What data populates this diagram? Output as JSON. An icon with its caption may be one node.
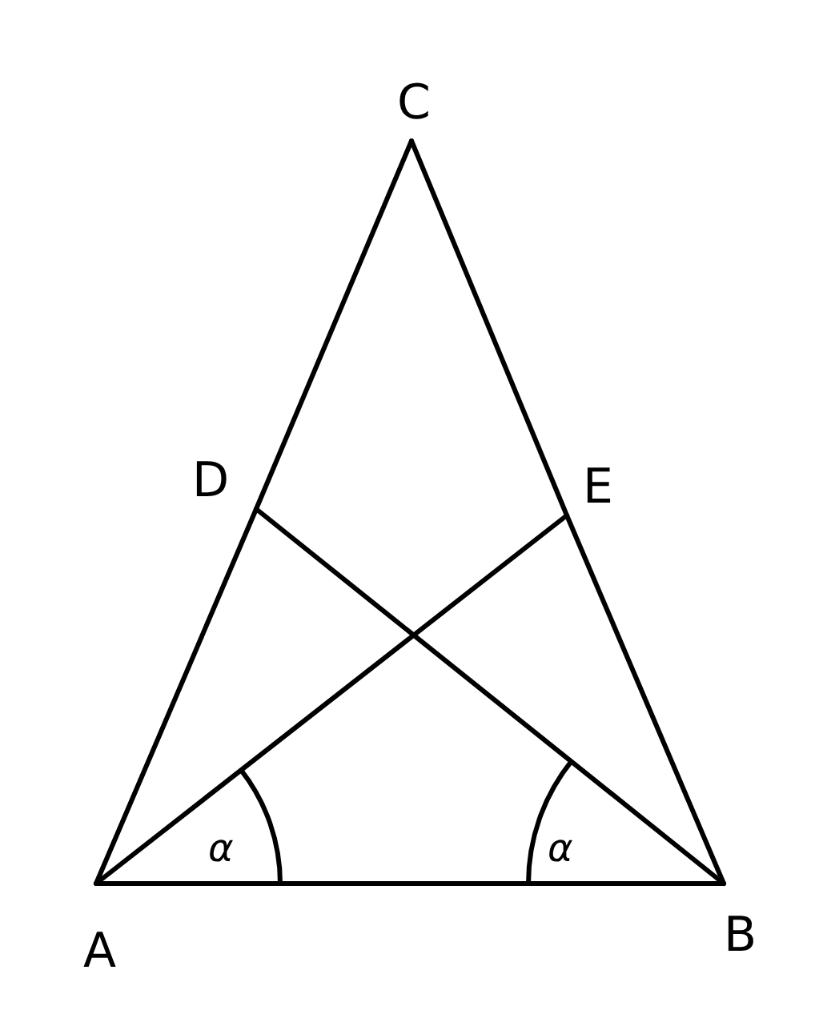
{
  "diagram": {
    "nodes": [
      {
        "text": [
          "C"
        ]
      },
      {
        "text": [
          "D"
        ]
      },
      {
        "text": [
          "E"
        ]
      },
      {
        "text": [
          "A"
        ]
      },
      {
        "text": [
          "B"
        ]
      }
    ],
    "edges": [
      {
        "from": 3,
        "to": 1,
        "arrow": "none"
      },
      {
        "from": 1,
        "to": 0,
        "arrow": "none"
      },
      {
        "from": 0,
        "to": 2,
        "arrow": "none"
      },
      {
        "from": 2,
        "to": 4,
        "arrow": "none"
      },
      {
        "from": 3,
        "to": 4,
        "arrow": "none"
      },
      {
        "from": 3,
        "to": 2,
        "arrow": "none"
      },
      {
        "from": 1,
        "to": 4,
        "arrow": "none"
      }
    ],
    "labels": [
      "α",
      "α"
    ]
  }
}
